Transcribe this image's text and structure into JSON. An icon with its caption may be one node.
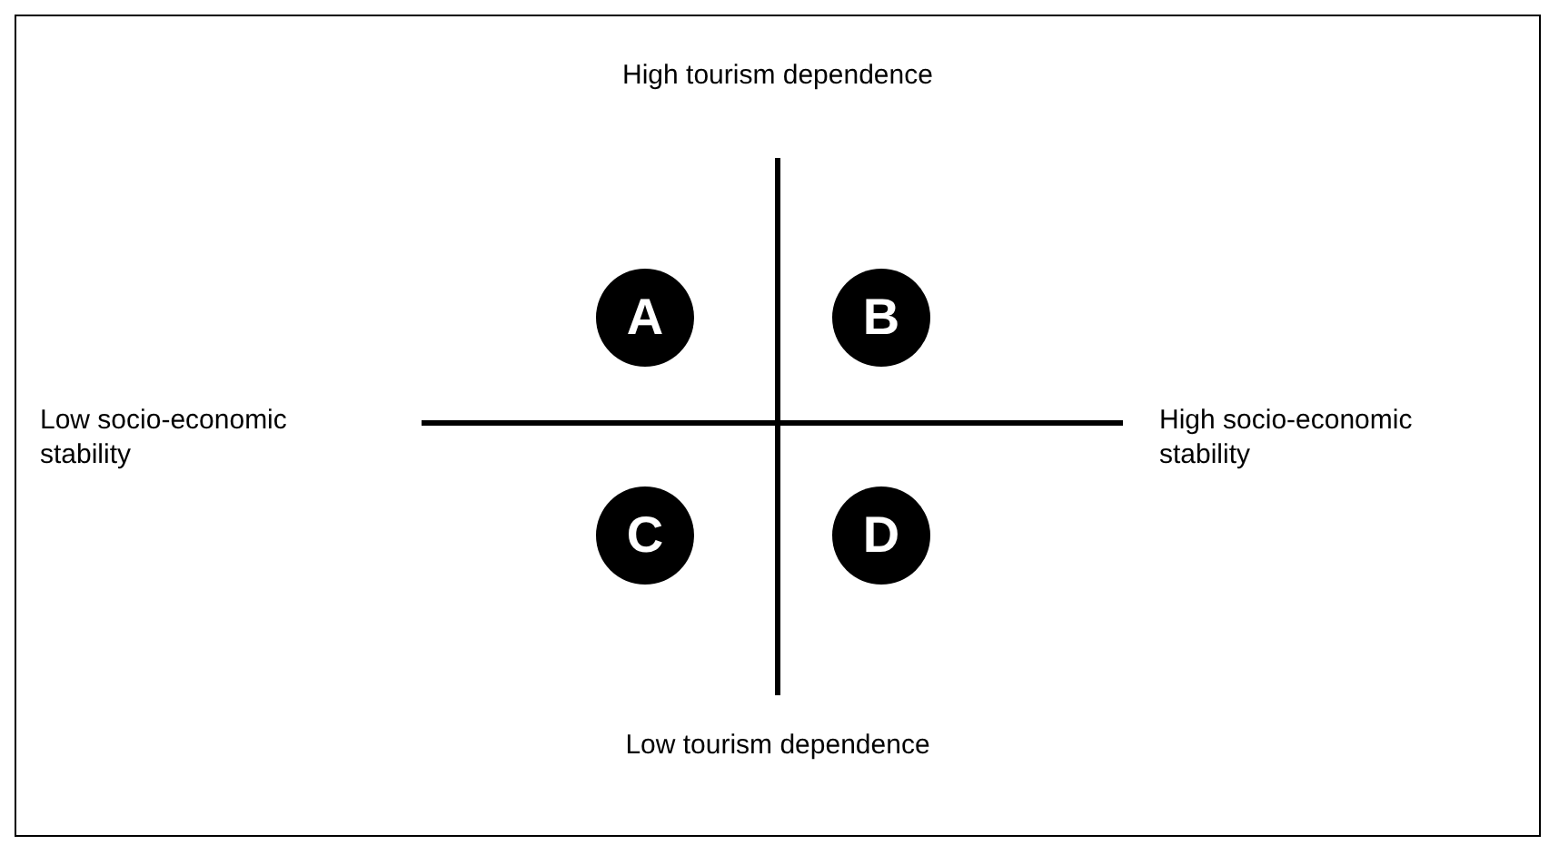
{
  "diagram": {
    "nodes": [
      {
        "text": [
          "A"
        ]
      },
      {
        "text": [
          "B"
        ]
      },
      {
        "text": [
          "C"
        ]
      },
      {
        "text": [
          "D"
        ]
      }
    ],
    "labels": [
      "High tourism dependence",
      "Low socio-economic stability",
      "High socio-economic stability",
      "Low tourism dependence"
    ]
  }
}
